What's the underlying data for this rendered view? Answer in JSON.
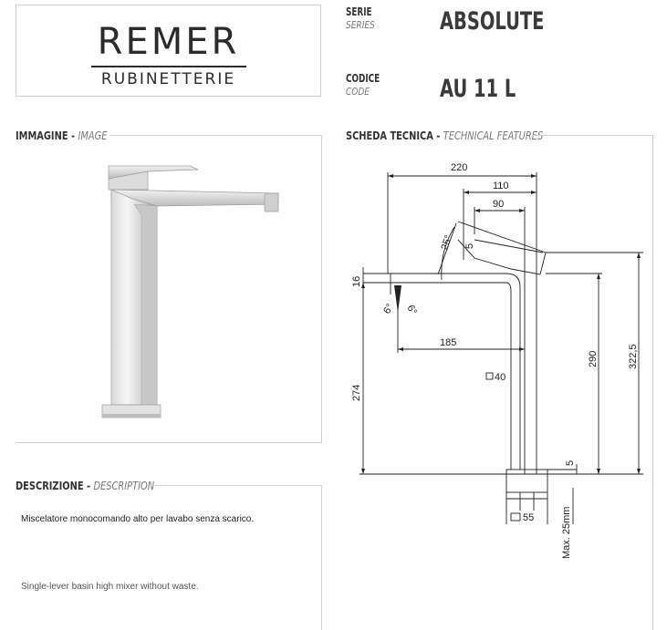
{
  "brand": {
    "name": "REMER",
    "sub": "RUBINETTERIE"
  },
  "header": {
    "serie_label": "SERIE",
    "serie_label_en": "SERIES",
    "serie_value": "ABSOLUTE",
    "codice_label": "CODICE",
    "codice_label_en": "CODE",
    "codice_value": "AU 11 L"
  },
  "sections": {
    "image": {
      "title": "IMMAGINE",
      "sep": " - ",
      "title_en": "IMAGE"
    },
    "tech": {
      "title": "SCHEDA TECNICA",
      "sep": " - ",
      "title_en": "TECHNICAL FEATURES"
    },
    "desc": {
      "title": "DESCRIZIONE",
      "sep": " - ",
      "title_en": "DESCRIPTION"
    }
  },
  "description": {
    "it": "Miscelatore monocomando alto per lavabo senza scarico.",
    "en": "Single-lever basin high mixer without  waste."
  },
  "dimensions": {
    "d220": "220",
    "d110": "110",
    "d90": "90",
    "d25deg": "25°",
    "d5a": "5",
    "d16": "16",
    "d6l": "6°",
    "d6r": "6°",
    "d185": "185",
    "d290": "290",
    "d322": "322,5",
    "d40": "40",
    "d274": "274",
    "d5b": "5",
    "d55": "55",
    "dmax": "Max. 25mm"
  }
}
